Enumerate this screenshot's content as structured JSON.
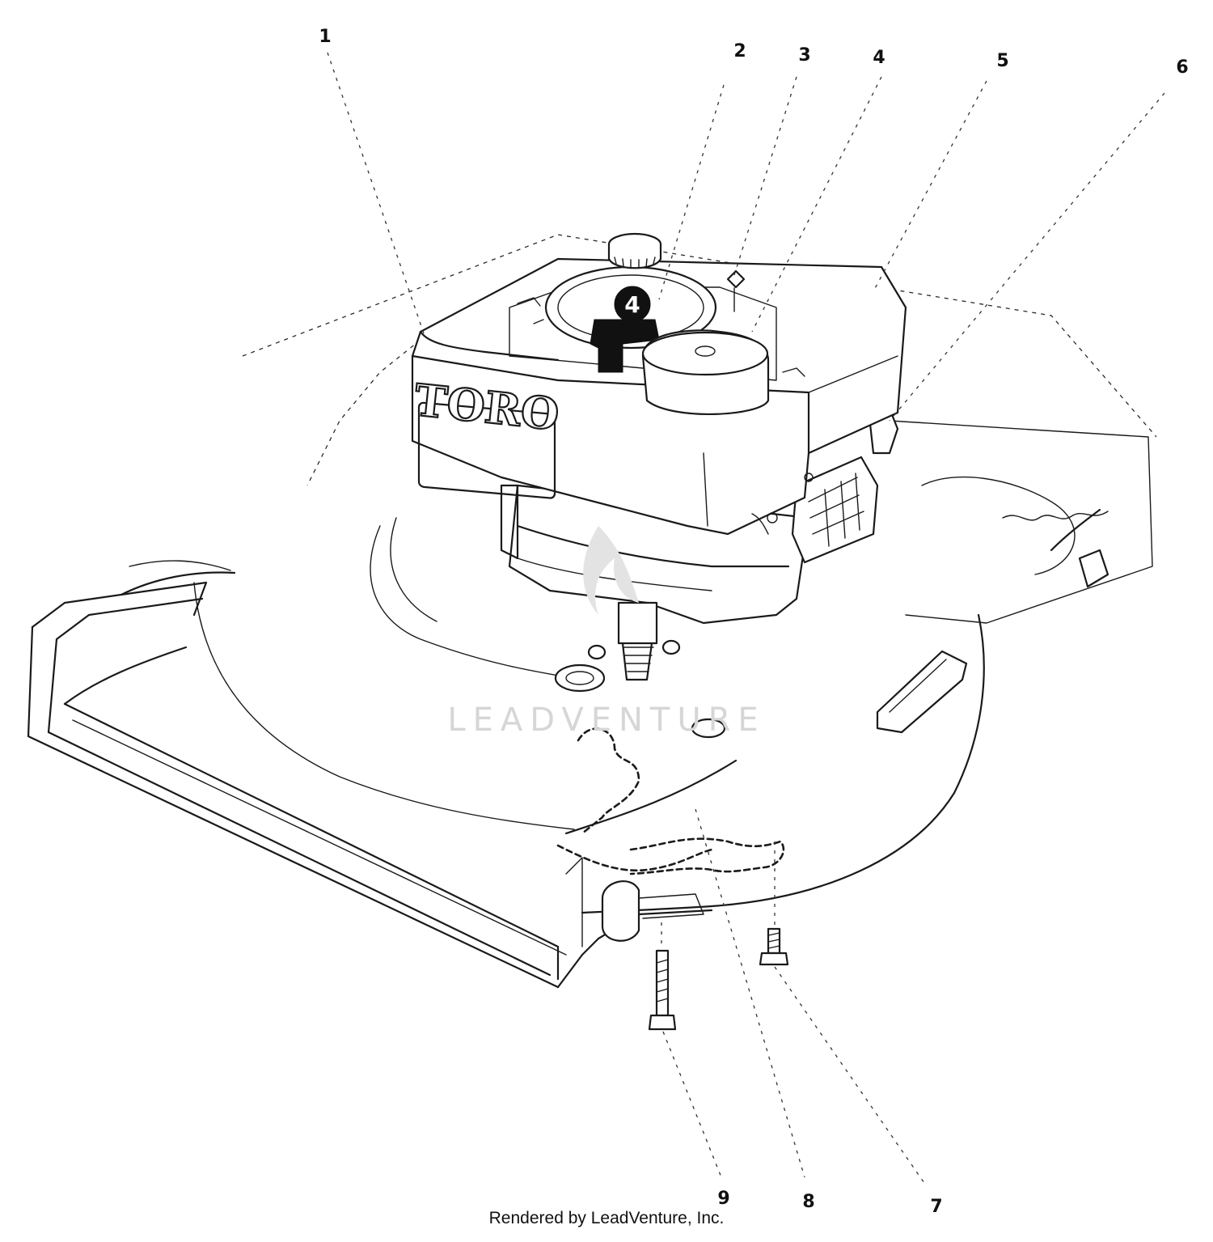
{
  "callouts": [
    {
      "label": "1"
    },
    {
      "label": "2"
    },
    {
      "label": "3"
    },
    {
      "label": "4"
    },
    {
      "label": "5"
    },
    {
      "label": "6"
    },
    {
      "label": "7"
    },
    {
      "label": "8"
    },
    {
      "label": "9"
    }
  ],
  "watermark": "LEADVENTURE",
  "credit": "Rendered by LeadVenture, Inc.",
  "engine_brand": "TORO",
  "dial_number": "4",
  "colors": {
    "ink": "#1a1a1a",
    "watermark": "#d6d6d6",
    "background": "#ffffff"
  }
}
